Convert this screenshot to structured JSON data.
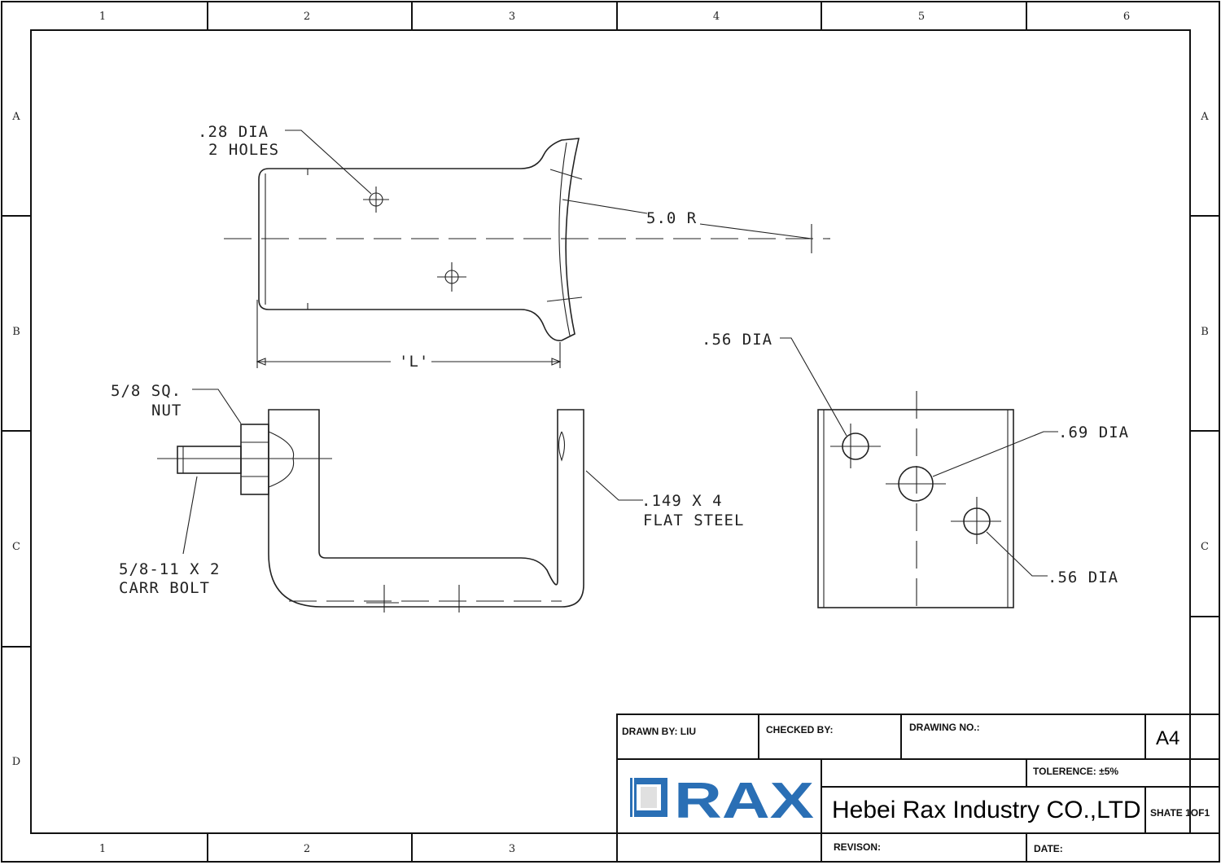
{
  "zones": {
    "columns": [
      "1",
      "2",
      "3",
      "4",
      "5",
      "6"
    ],
    "rows": [
      "A",
      "B",
      "C",
      "D"
    ]
  },
  "notes": {
    "holes_dia": ".28 DIA",
    "holes_count": "2 HOLES",
    "radius": "5.0 R",
    "length": "'L'",
    "nut_1": "5/8 SQ.",
    "nut_2": "NUT",
    "bolt_1": "5/8-11 X 2",
    "bolt_2": "CARR BOLT",
    "steel_1": ".149 X 4",
    "steel_2": "FLAT STEEL",
    "plate_dia_top": ".56 DIA",
    "plate_dia_center": ".69 DIA",
    "plate_dia_bottom": ".56 DIA"
  },
  "title_block": {
    "drawn_by": "DRAWN BY:   LIU",
    "checked_by": "CHECKED BY:",
    "drawing_no": "DRAWING NO.:",
    "paper_size": "A4",
    "tolerance": "TOLERENCE:  ±5%",
    "company": "Hebei Rax Industry CO.,LTD",
    "sheet": "SHATE 1OF1",
    "revision": "REVISON:",
    "date": "DATE:",
    "logo_text": "RAX",
    "logo_color": "#2a6fb5"
  }
}
